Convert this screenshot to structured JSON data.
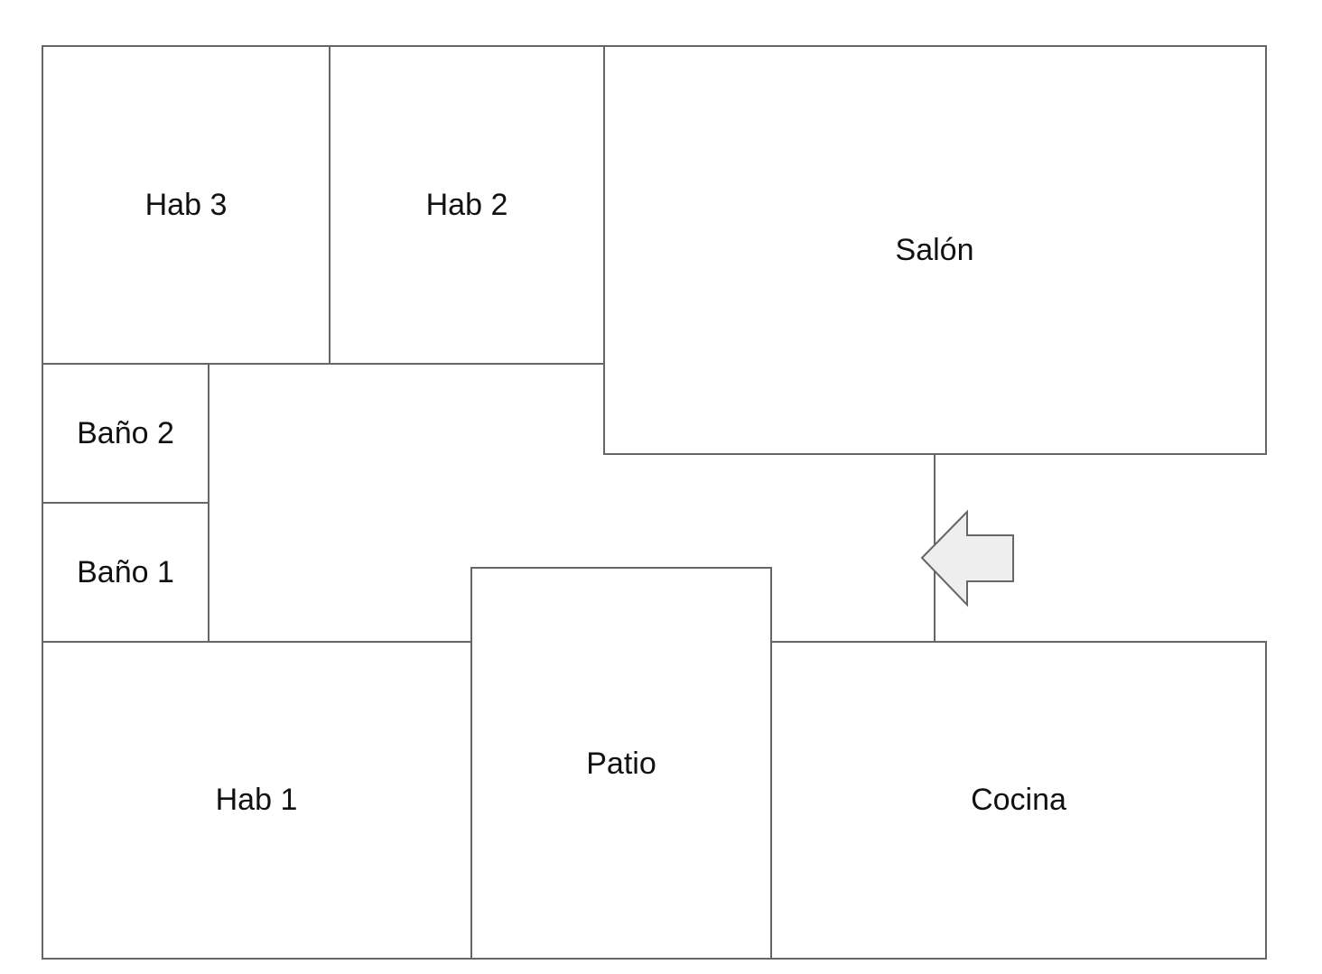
{
  "floorplan": {
    "rooms": {
      "hab3": "Hab 3",
      "hab2": "Hab 2",
      "salon": "Salón",
      "bano2": "Baño 2",
      "bano1": "Baño 1",
      "hab1": "Hab 1",
      "patio": "Patio",
      "cocina": "Cocina"
    },
    "colors": {
      "line": "#666666",
      "arrow_fill": "#eeeeee",
      "text": "#111111",
      "background": "#ffffff"
    },
    "icons": {
      "entrance": "left-arrow-icon"
    }
  }
}
